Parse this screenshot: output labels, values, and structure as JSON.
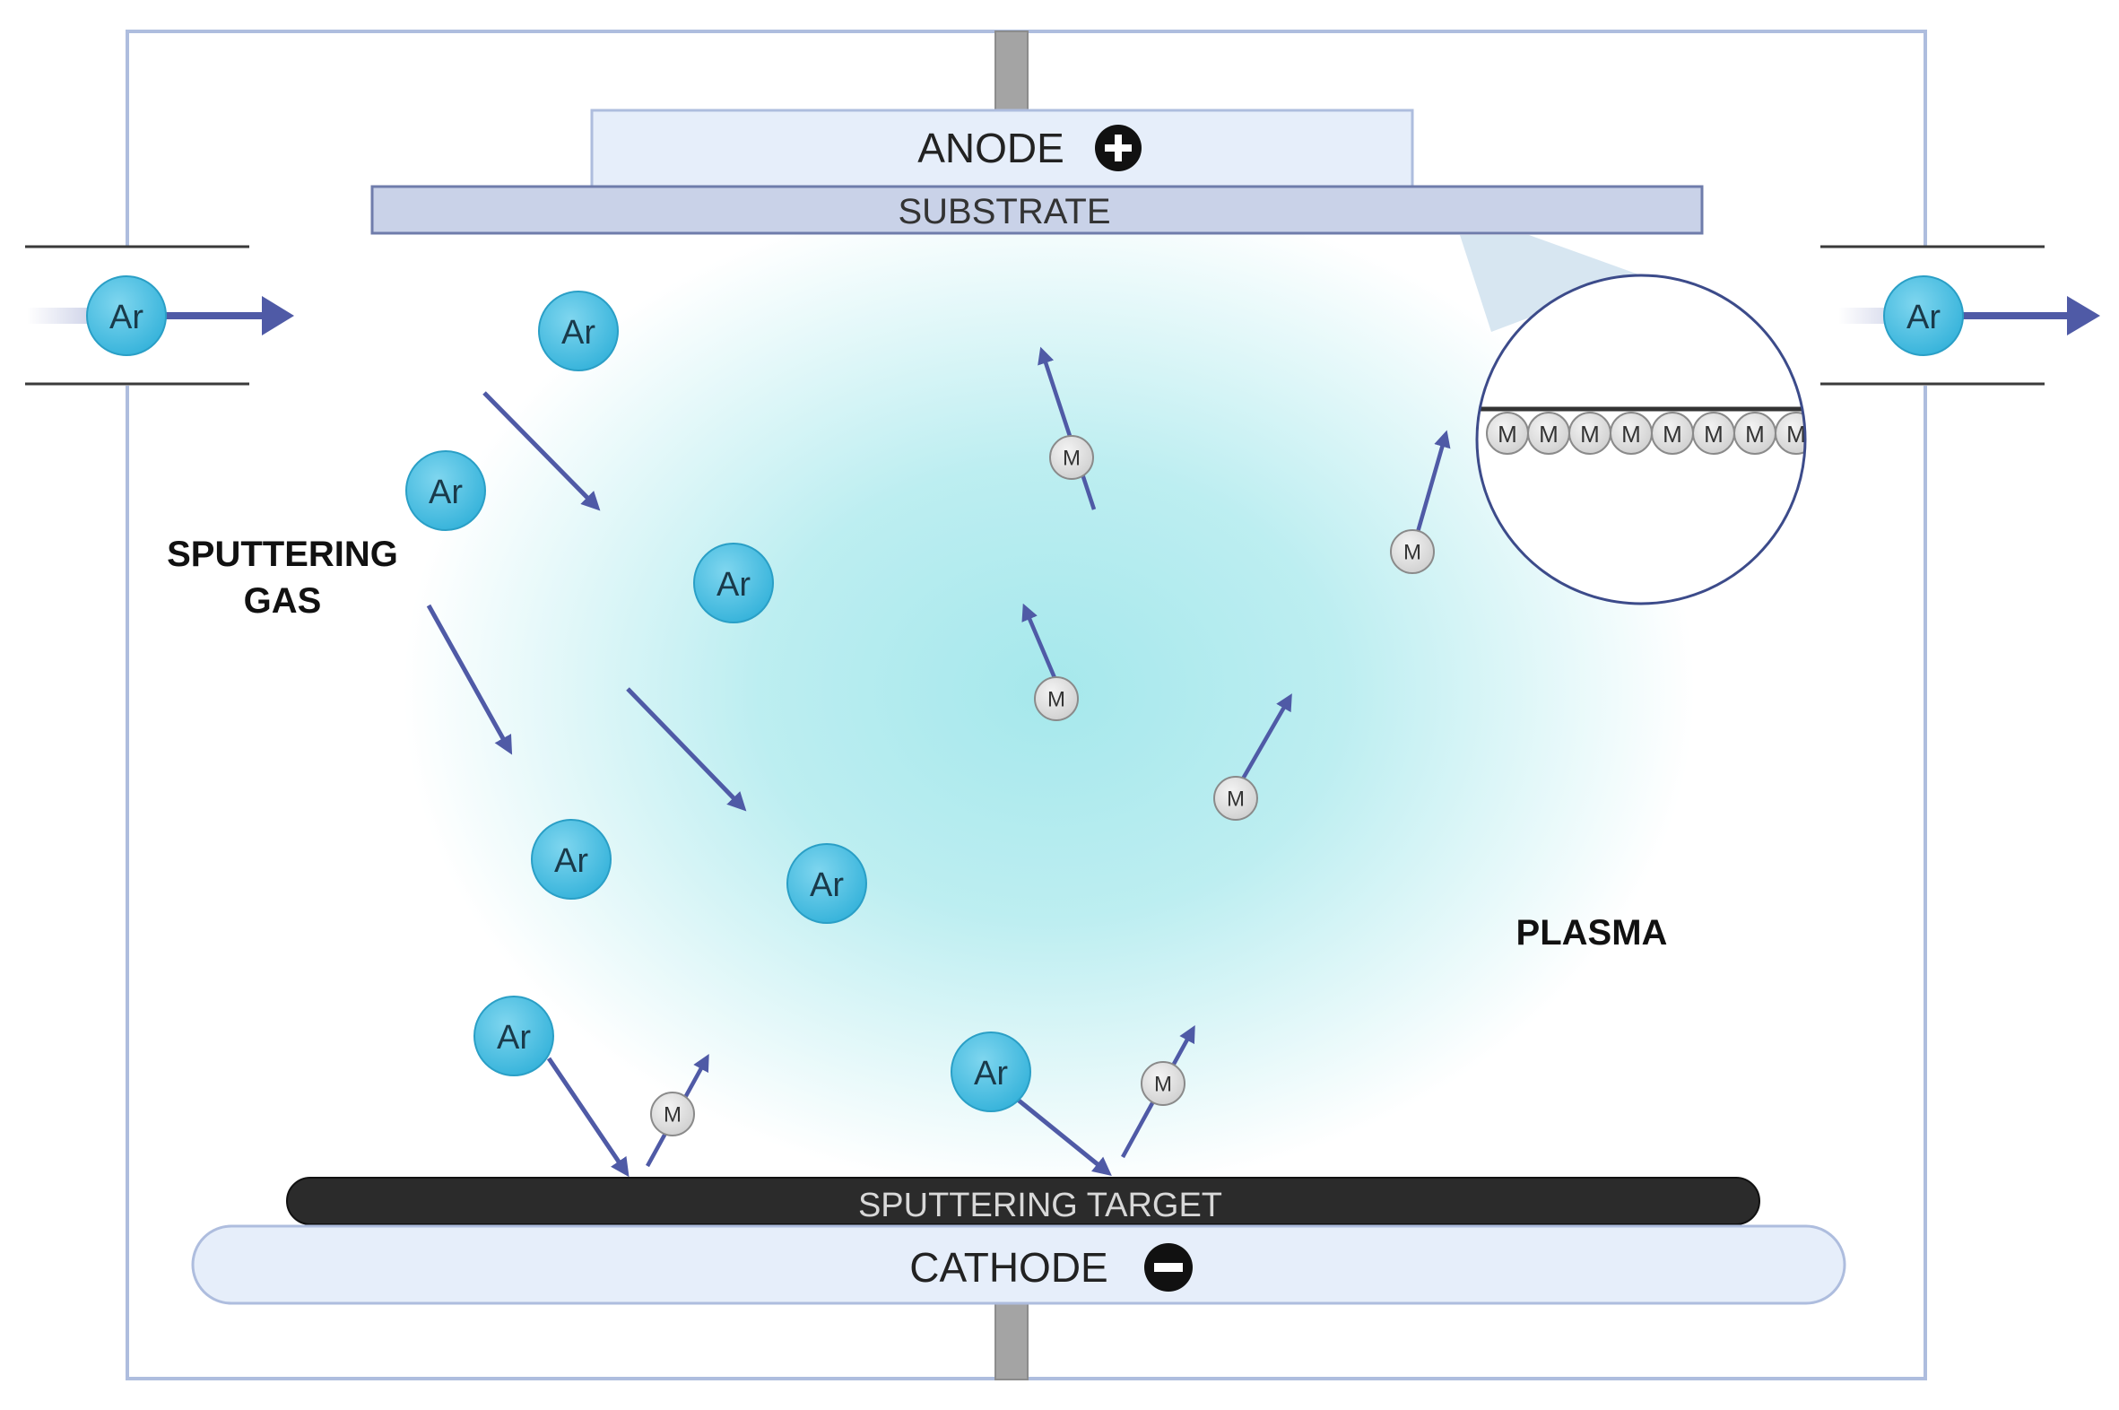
{
  "labels": {
    "anode": "ANODE",
    "substrate": "SUBSTRATE",
    "sputtering_gas_line1": "SPUTTERING",
    "sputtering_gas_line2": "GAS",
    "plasma": "PLASMA",
    "sputtering_target": "SPUTTERING TARGET",
    "cathode": "CATHODE"
  },
  "particles": {
    "argon_symbol": "Ar",
    "metal_symbol": "M"
  },
  "colors": {
    "chamber_border": "#aebdde",
    "electrode_fill": "#e6eefa",
    "substrate_fill": "#c9d2e8",
    "target_fill": "#2b2b2b",
    "argon_fill": "#3ab8de",
    "arrow": "#4f5aa6",
    "plasma_glow": "#a6e8ec",
    "metal_fill": "#e1e1e1",
    "post": "#a4a4a4"
  },
  "icons": {
    "anode_polarity": "plus-circle-icon",
    "cathode_polarity": "minus-circle-icon"
  }
}
